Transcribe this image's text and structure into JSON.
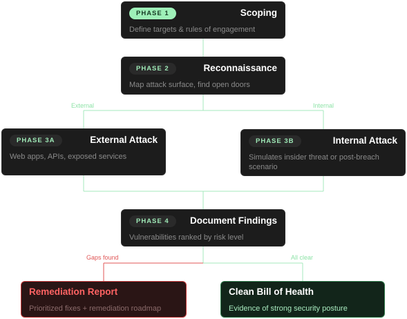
{
  "phase1": {
    "badge": "PHASE 1",
    "title": "Scoping",
    "desc": "Define targets & rules of engagement"
  },
  "phase2": {
    "badge": "PHASE 2",
    "title": "Reconnaissance",
    "desc": "Map attack surface, find open doors"
  },
  "phase3a": {
    "badge": "PHASE 3A",
    "title": "External Attack",
    "desc": "Web apps, APIs, exposed services"
  },
  "phase3b": {
    "badge": "PHASE 3B",
    "title": "Internal Attack",
    "desc": "Simulates insider threat or post-breach scenario"
  },
  "phase4": {
    "badge": "PHASE 4",
    "title": "Document Findings",
    "desc": "Vulnerabilities ranked by risk level"
  },
  "remediation": {
    "title": "Remediation Report",
    "desc": "Prioritized fixes + remediation roadmap"
  },
  "clean": {
    "title": "Clean Bill of Health",
    "desc": "Evidence of strong security posture"
  },
  "edges": {
    "external": "External",
    "internal": "Internal",
    "gaps": "Gaps found",
    "clear": "All clear"
  },
  "colors": {
    "node_bg": "#1c1c1c",
    "accent_green": "#9ef0b8",
    "line_green": "#a6e8bd",
    "line_red": "#e05656",
    "red_border": "#c73a3a",
    "green_border": "#2f7c4a"
  }
}
